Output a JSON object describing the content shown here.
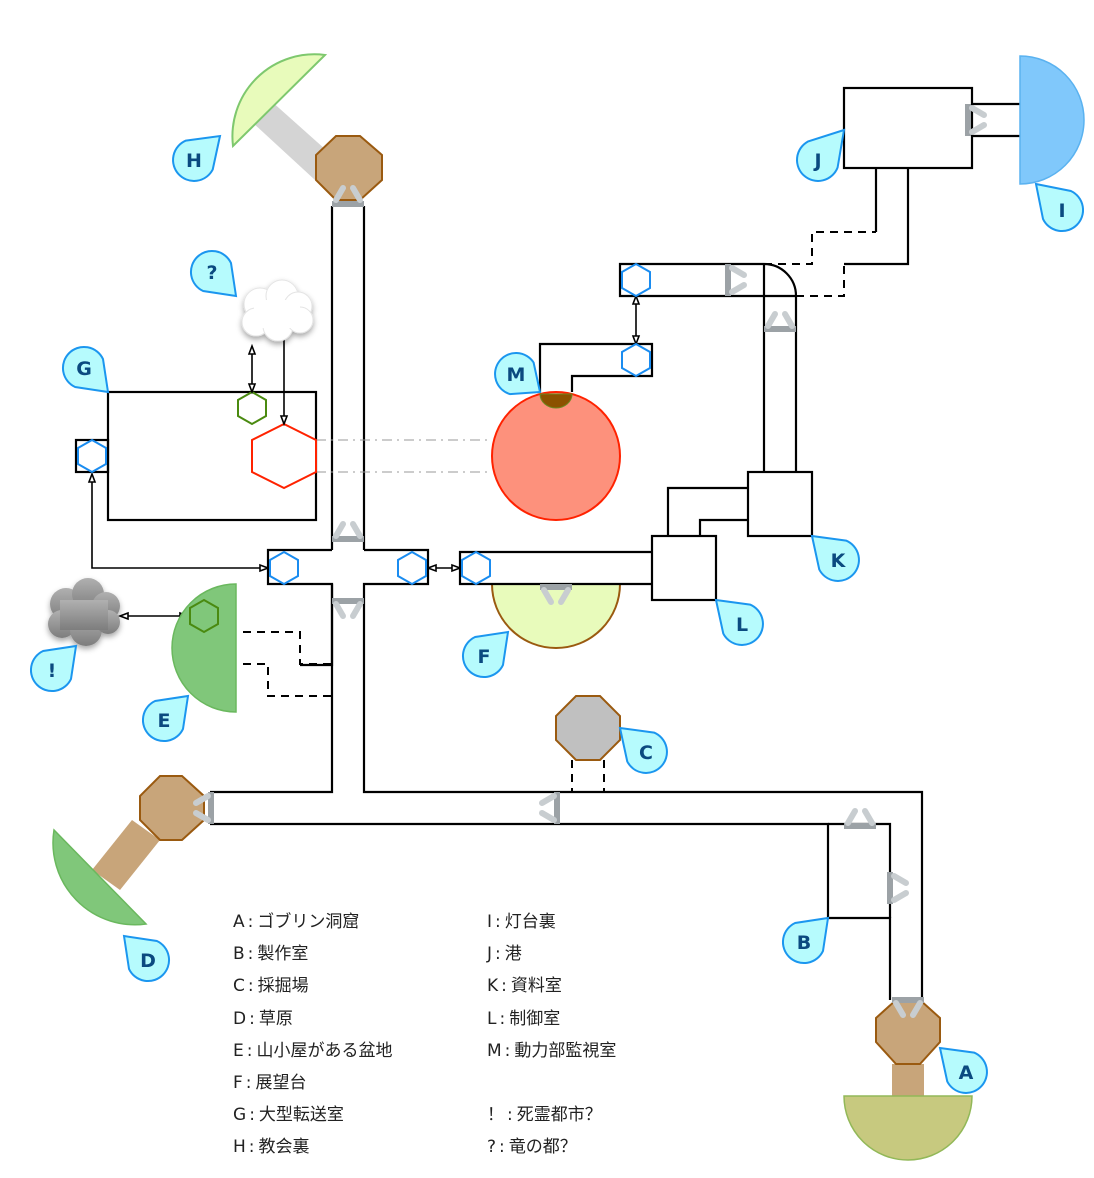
{
  "title": "ダンジョンマップ",
  "pins": {
    "A": "A",
    "B": "B",
    "C": "C",
    "D": "D",
    "E": "E",
    "F": "F",
    "G": "G",
    "H": "H",
    "I": "I",
    "J": "J",
    "K": "K",
    "L": "L",
    "M": "M",
    "excl": "!",
    "ques": "?"
  },
  "legend": {
    "left": [
      {
        "key": "A",
        "name": "ゴブリン洞窟"
      },
      {
        "key": "B",
        "name": "製作室"
      },
      {
        "key": "C",
        "name": "採掘場"
      },
      {
        "key": "D",
        "name": "草原"
      },
      {
        "key": "E",
        "name": "山小屋がある盆地"
      },
      {
        "key": "F",
        "name": "展望台"
      },
      {
        "key": "G",
        "name": "大型転送室"
      },
      {
        "key": "H",
        "name": "教会裏"
      }
    ],
    "right": [
      {
        "key": "I",
        "name": "灯台裏"
      },
      {
        "key": "J",
        "name": "港"
      },
      {
        "key": "K",
        "name": "資料室"
      },
      {
        "key": "L",
        "name": "制御室"
      },
      {
        "key": "M",
        "name": "動力部監視室"
      }
    ],
    "unknown": [
      {
        "key": "！",
        "name": "死霊都市？"
      },
      {
        "key": "?",
        "name": "竜の都？"
      }
    ],
    "separator": ":"
  },
  "colors": {
    "pin_fill": "#b6fbfd",
    "pin_stroke": "#1b96ef",
    "pin_text": "#0b4a80",
    "octagon_brown": "#c8a57a",
    "octagon_stroke": "#9a5a10",
    "octagon_gray": "#c0c0c0",
    "lightgreen": "#e8fbbb",
    "green": "#80c77a",
    "olive": "#c7c97f",
    "blue_half": "#80c8fb",
    "salmon": "#fd917c",
    "red_stroke": "#ff2200"
  }
}
